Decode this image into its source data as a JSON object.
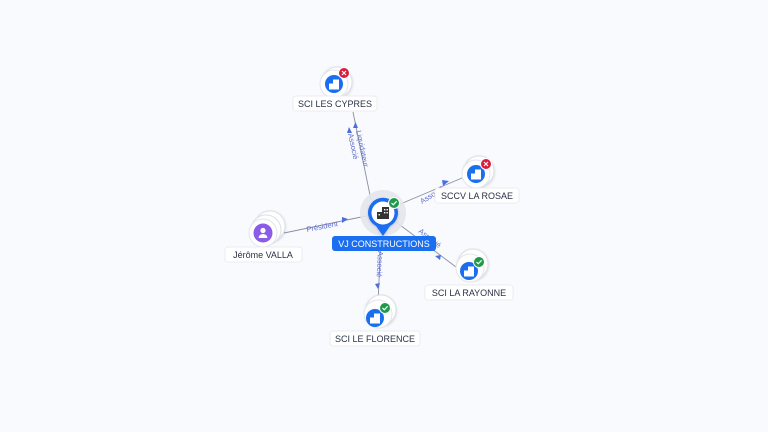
{
  "graph": {
    "center": {
      "label": "VJ CONSTRUCTIONS",
      "icon": "building-icon",
      "status": "active",
      "status_icon": "check-icon"
    },
    "nodes": [
      {
        "id": "sci-les-cypres",
        "label": "SCI LES CYPRES",
        "icon": "building-icon",
        "status": "closed",
        "status_icon": "cross-icon",
        "edge_label": "Liquidateur\nAssocié"
      },
      {
        "id": "sccv-la-rosae",
        "label": "SCCV LA ROSAE",
        "icon": "building-icon",
        "status": "closed",
        "status_icon": "cross-icon",
        "edge_label": "Associé"
      },
      {
        "id": "sci-la-rayonne",
        "label": "SCI LA RAYONNE",
        "icon": "building-icon",
        "status": "active",
        "status_icon": "check-icon",
        "edge_label": "Associé"
      },
      {
        "id": "sci-le-florence",
        "label": "SCI LE FLORENCE",
        "icon": "building-icon",
        "status": "active",
        "status_icon": "check-icon",
        "edge_label": "Associé"
      },
      {
        "id": "jerome-valla",
        "label": "Jérôme VALLA",
        "icon": "person-icon",
        "status": "none",
        "status_icon": "",
        "edge_label": "Président"
      }
    ],
    "colors": {
      "company_blue": "#1a6ef0",
      "person_purple": "#8a5ce8",
      "active_green": "#1f9a4a",
      "closed_red": "#d81e3c",
      "edge_label": "#5f6fd0",
      "edge_line": "#8a8fa3"
    }
  }
}
